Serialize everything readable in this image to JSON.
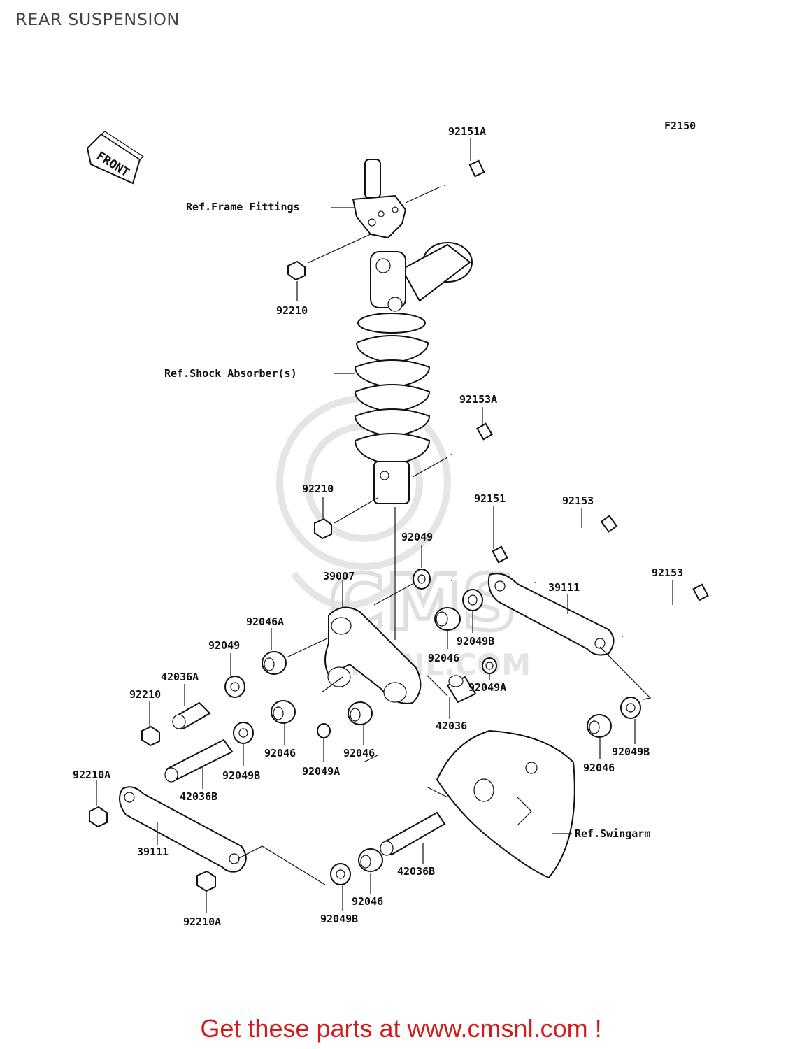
{
  "title": "REAR SUSPENSION",
  "figure_code": "F2150",
  "front_label": "FRONT",
  "watermark_text": "CMS",
  "watermark_url": "CMSNL.COM",
  "refs": {
    "frame_fittings": "Ref.Frame Fittings",
    "shock_absorber": "Ref.Shock Absorber(s)",
    "swingarm": "Ref.Swingarm"
  },
  "labels": {
    "p92151A": "92151A",
    "p92210_a": "92210",
    "p92153A": "92153A",
    "p92210_b": "92210",
    "p92151": "92151",
    "p92153_a": "92153",
    "p92049_a": "92049",
    "p39007": "39007",
    "p39111_a": "39111",
    "p92153_b": "92153",
    "p92046A": "92046A",
    "p92049_b": "92049",
    "p92049B_a": "92049B",
    "p92046_a": "92046",
    "p42036A": "42036A",
    "p92210_c": "92210",
    "p92049A_a": "92049A",
    "p42036": "42036",
    "p92046_b": "92046",
    "p92049B_b": "92049B",
    "p92049A_b": "92049A",
    "p92046_c": "92046",
    "p92046_d": "92046",
    "p92049B_c": "92049B",
    "p92210A_a": "92210A",
    "p42036B_a": "42036B",
    "p39111_b": "39111",
    "p42036B_b": "42036B",
    "p92046_e": "92046",
    "p92210A_b": "92210A",
    "p92049B_d": "92049B"
  },
  "footer": "Get these parts at www.cmsnl.com !",
  "colors": {
    "footer": "#d41b1b",
    "line": "#111111",
    "watermark": "#e3e3e3"
  }
}
